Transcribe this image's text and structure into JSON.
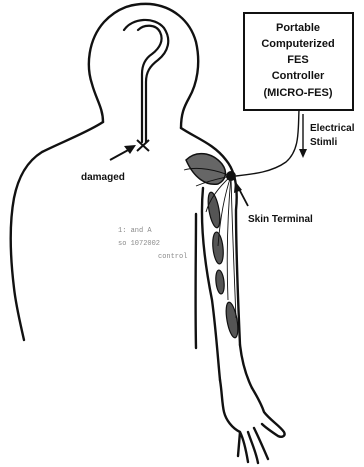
{
  "controller_box": {
    "lines": [
      "Portable",
      "Computerized",
      "FES",
      "Controller",
      "(MICRO-FES)"
    ]
  },
  "stimulus_label": {
    "lines": [
      "Electrical",
      "Stimli"
    ]
  },
  "skin_terminal_label": "Skin Terminal",
  "damaged_label": "damaged",
  "faint_text": {
    "lines": [
      "1: and A",
      "so 1072002",
      "control"
    ]
  }
}
